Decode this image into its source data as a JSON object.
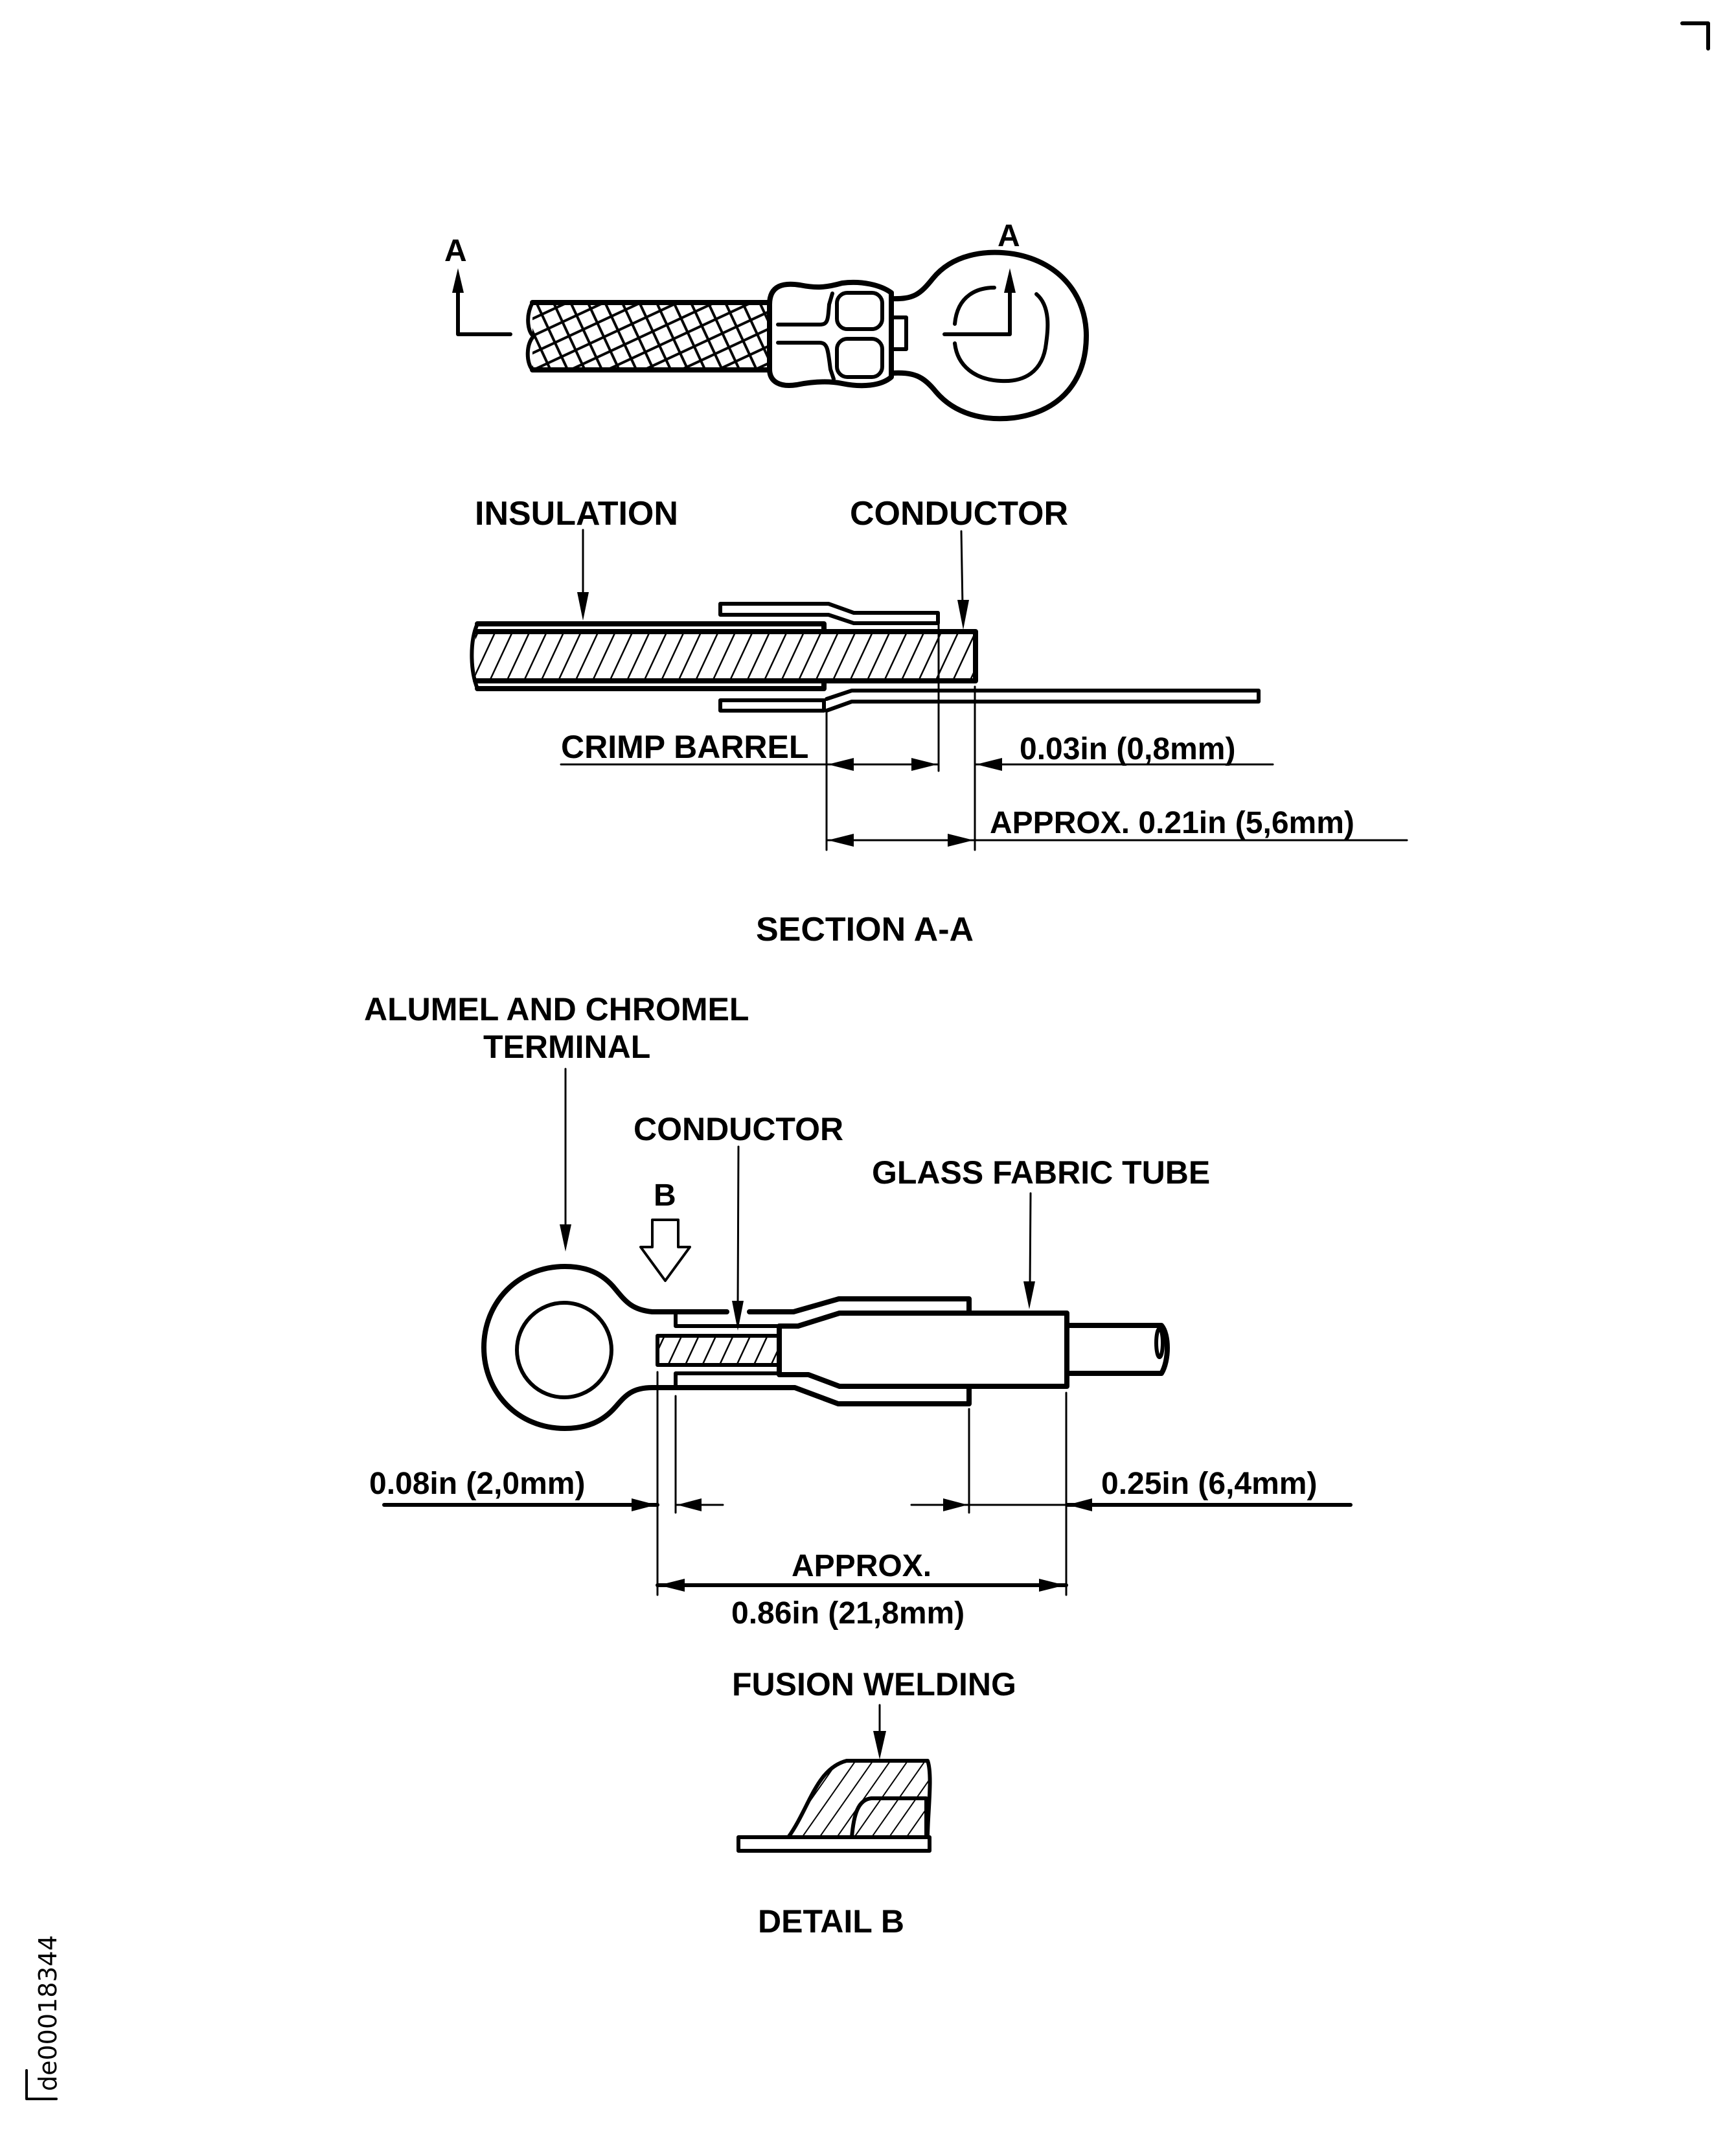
{
  "document_id": "de00018344",
  "top_view": {
    "section_marker_left": "A",
    "section_marker_right": "A",
    "component": "ring-terminal-with-braided-cable"
  },
  "section_aa": {
    "title": "SECTION A-A",
    "labels": {
      "insulation": "INSULATION",
      "conductor": "CONDUCTOR",
      "crimp_barrel": "CRIMP BARREL"
    },
    "dimensions": {
      "gap": "0.03in (0,8mm)",
      "length": "APPROX. 0.21in (5,6mm)"
    }
  },
  "assembly_view": {
    "labels": {
      "terminal_line1": "ALUMEL AND CHROMEL",
      "terminal_line2": "TERMINAL",
      "conductor": "CONDUCTOR",
      "glass_fabric_tube": "GLASS FABRIC TUBE",
      "detail_ref": "B"
    },
    "dimensions": {
      "conductor_gap": "0.08in (2,0mm)",
      "tube_overlap": "0.25in (6,4mm)",
      "overall_line1": "APPROX.",
      "overall_line2": "0.86in (21,8mm)"
    }
  },
  "detail_b": {
    "title": "DETAIL B",
    "label": "FUSION WELDING"
  }
}
